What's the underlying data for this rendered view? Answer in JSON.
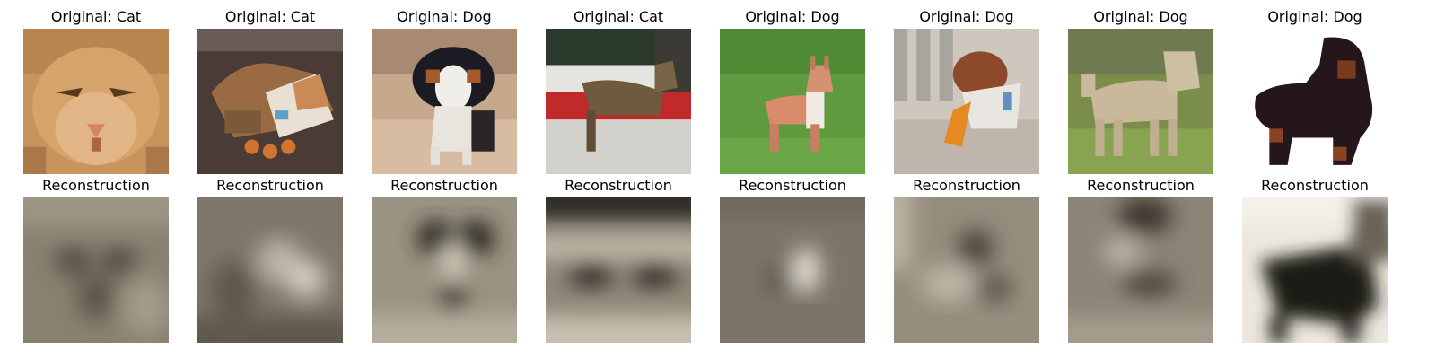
{
  "originals": [
    {
      "title": "Original: Cat",
      "subject": "cat-face"
    },
    {
      "title": "Original: Cat",
      "subject": "cat-on-cloth"
    },
    {
      "title": "Original: Dog",
      "subject": "dog-on-floor"
    },
    {
      "title": "Original: Cat",
      "subject": "cat-on-red-board"
    },
    {
      "title": "Original: Dog",
      "subject": "dog-on-grass"
    },
    {
      "title": "Original: Dog",
      "subject": "dog-with-toy"
    },
    {
      "title": "Original: Dog",
      "subject": "dog-standing-grass"
    },
    {
      "title": "Original: Dog",
      "subject": "dog-dark-silhouette"
    }
  ],
  "reconstructions": [
    {
      "title": "Reconstruction"
    },
    {
      "title": "Reconstruction"
    },
    {
      "title": "Reconstruction"
    },
    {
      "title": "Reconstruction"
    },
    {
      "title": "Reconstruction"
    },
    {
      "title": "Reconstruction"
    },
    {
      "title": "Reconstruction"
    },
    {
      "title": "Reconstruction"
    }
  ],
  "colors": {
    "recon_base": "#8a8172",
    "recon_dark": "#3b352d",
    "recon_light": "#d9d4c8"
  }
}
